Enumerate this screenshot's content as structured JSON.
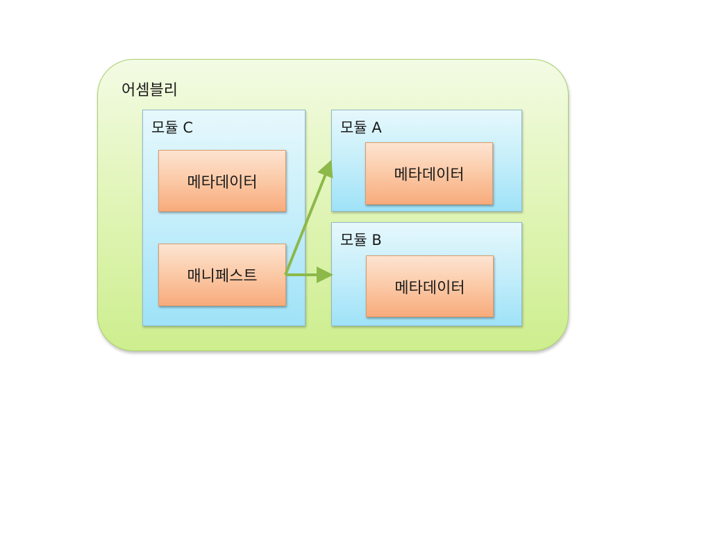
{
  "assembly": {
    "label": "어셈블리"
  },
  "modules": [
    {
      "label": "모듈 C",
      "chips": [
        "메타데이터",
        "매니페스트"
      ]
    },
    {
      "label": "모듈 A",
      "chips": [
        "메타데이터"
      ]
    },
    {
      "label": "모듈 B",
      "chips": [
        "메타데이터"
      ]
    }
  ],
  "colors": {
    "assembly_fill": "#d8f2a6",
    "module_fill": "#c5eefa",
    "chip_fill": "#fbc9a6",
    "arrow": "#8db84a"
  }
}
